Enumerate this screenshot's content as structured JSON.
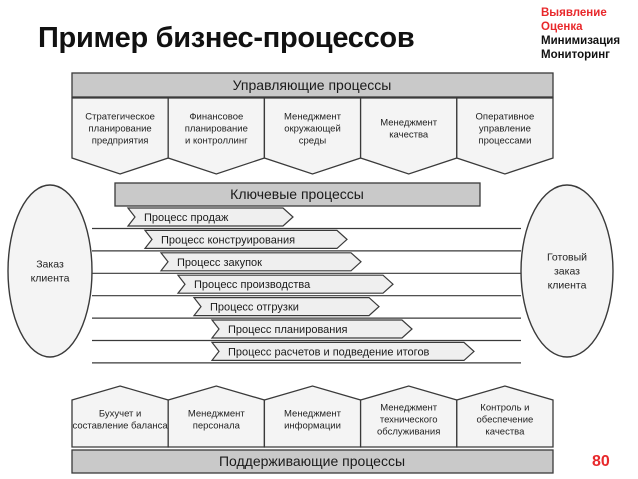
{
  "slide": {
    "title": "Пример бизнес-процессов",
    "tags": [
      {
        "text": "Выявление",
        "color": "#e8282b"
      },
      {
        "text": "Оценка",
        "color": "#e8282b"
      },
      {
        "text": "Минимизация",
        "color": "#111111"
      },
      {
        "text": "Мониторинг",
        "color": "#111111"
      }
    ],
    "page_number": "80"
  },
  "diagram": {
    "management": {
      "label": "Управляющие процессы",
      "items": [
        [
          "Стратегическое",
          "планирование",
          "предприятия"
        ],
        [
          "Финансовое",
          "планирование",
          "и контроллинг"
        ],
        [
          "Менеджмент",
          "окружающей",
          "среды"
        ],
        [
          "Менеджмент",
          "качества"
        ],
        [
          "Оперативное",
          "управление",
          "процессами"
        ]
      ]
    },
    "key": {
      "label": "Ключевые процессы",
      "items": [
        "Процесс продаж",
        "Процесс конструирования",
        "Процесс закупок",
        "Процесс производства",
        "Процесс отгрузки",
        "Процесс планирования",
        "Процесс расчетов и подведение итогов"
      ]
    },
    "input": [
      "Заказ",
      "клиента"
    ],
    "output": [
      "Готовый",
      "заказ",
      "клиента"
    ],
    "support": {
      "label": "Поддерживающие процессы",
      "items": [
        [
          "Бухучет и",
          "составление баланса"
        ],
        [
          "Менеджмент",
          "персонала"
        ],
        [
          "Менеджмент",
          "информации"
        ],
        [
          "Менеджмент",
          "технического",
          "обслуживания"
        ],
        [
          "Контроль и",
          "обеспечение",
          "качества"
        ]
      ]
    }
  }
}
